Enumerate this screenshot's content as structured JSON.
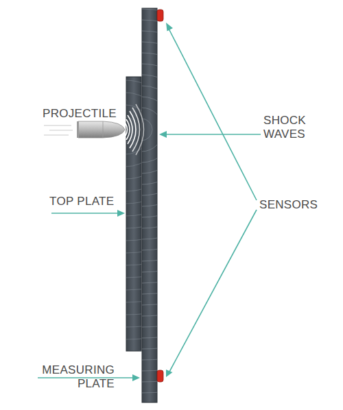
{
  "diagram": {
    "labels": [
      "PROJECTILE",
      "SHOCK WAVES",
      "TOP PLATE",
      "SENSORS",
      "MEASURING PLATE"
    ]
  }
}
